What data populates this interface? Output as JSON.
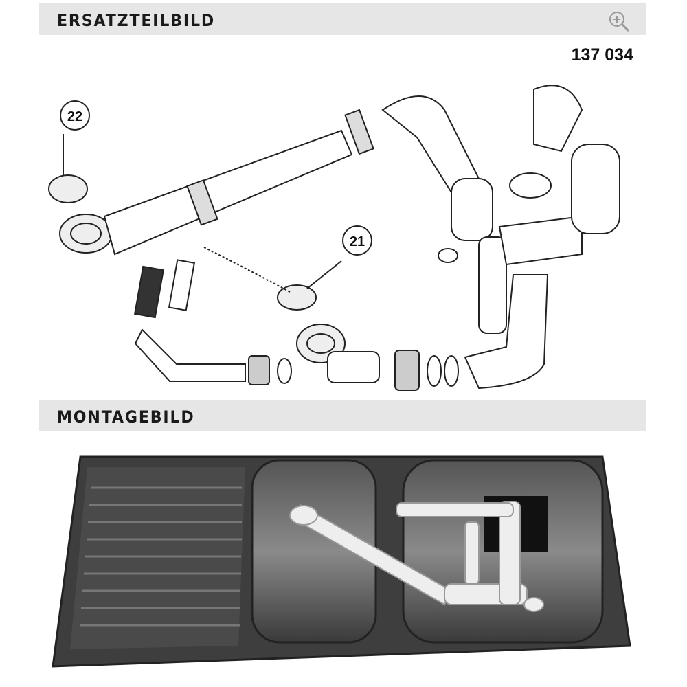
{
  "sections": {
    "spare_parts": {
      "title": "ERSATZTEILBILD",
      "part_number": "137 034",
      "zoom_icon": "zoom-in-icon"
    },
    "assembly": {
      "title": "MONTAGEBILD"
    }
  },
  "callouts": [
    "22",
    "21"
  ]
}
